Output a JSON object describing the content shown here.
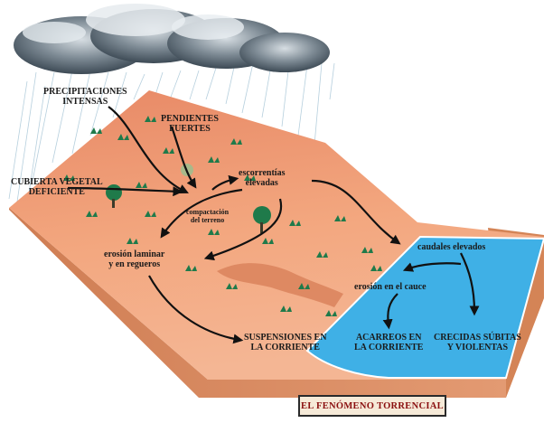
{
  "title": "EL FENÓMENO TORRENCIAL",
  "labels": {
    "precipitaciones": [
      "PRECIPITACIONES",
      "INTENSAS"
    ],
    "pendientes": [
      "PENDIENTES",
      "FUERTES"
    ],
    "cubierta": [
      "CUBIERTA VEGETAL",
      "DEFICIENTE"
    ],
    "escorrentias": [
      "escorrentías",
      "elevadas"
    ],
    "compactacion": [
      "compactación",
      "del terreno"
    ],
    "erosion_laminar": [
      "erosión laminar",
      "y en regueros"
    ],
    "caudales": "caudales elevados",
    "erosion_cauce": "erosión en el cauce",
    "suspensiones": [
      "SUSPENSIONES EN",
      "LA CORRIENTE"
    ],
    "acarreos": [
      "ACARREOS EN",
      "LA CORRIENTE"
    ],
    "crecidas": [
      "CRECIDAS SÚBITAS",
      "Y VIOLENTAS"
    ]
  },
  "colors": {
    "slope_top": "#f0a07a",
    "slope_bottom": "#ec9975",
    "slope_side": "#d98a5e",
    "river": "#3fb0e6",
    "river_edge": "#ffffff",
    "cloud_dark": "#4a5a66",
    "cloud_light": "#c9d2d8",
    "rain": "#8fb6cc",
    "vegetation": "#1f7a4a",
    "arrow": "#111111",
    "title_text": "#8a0f0f"
  }
}
